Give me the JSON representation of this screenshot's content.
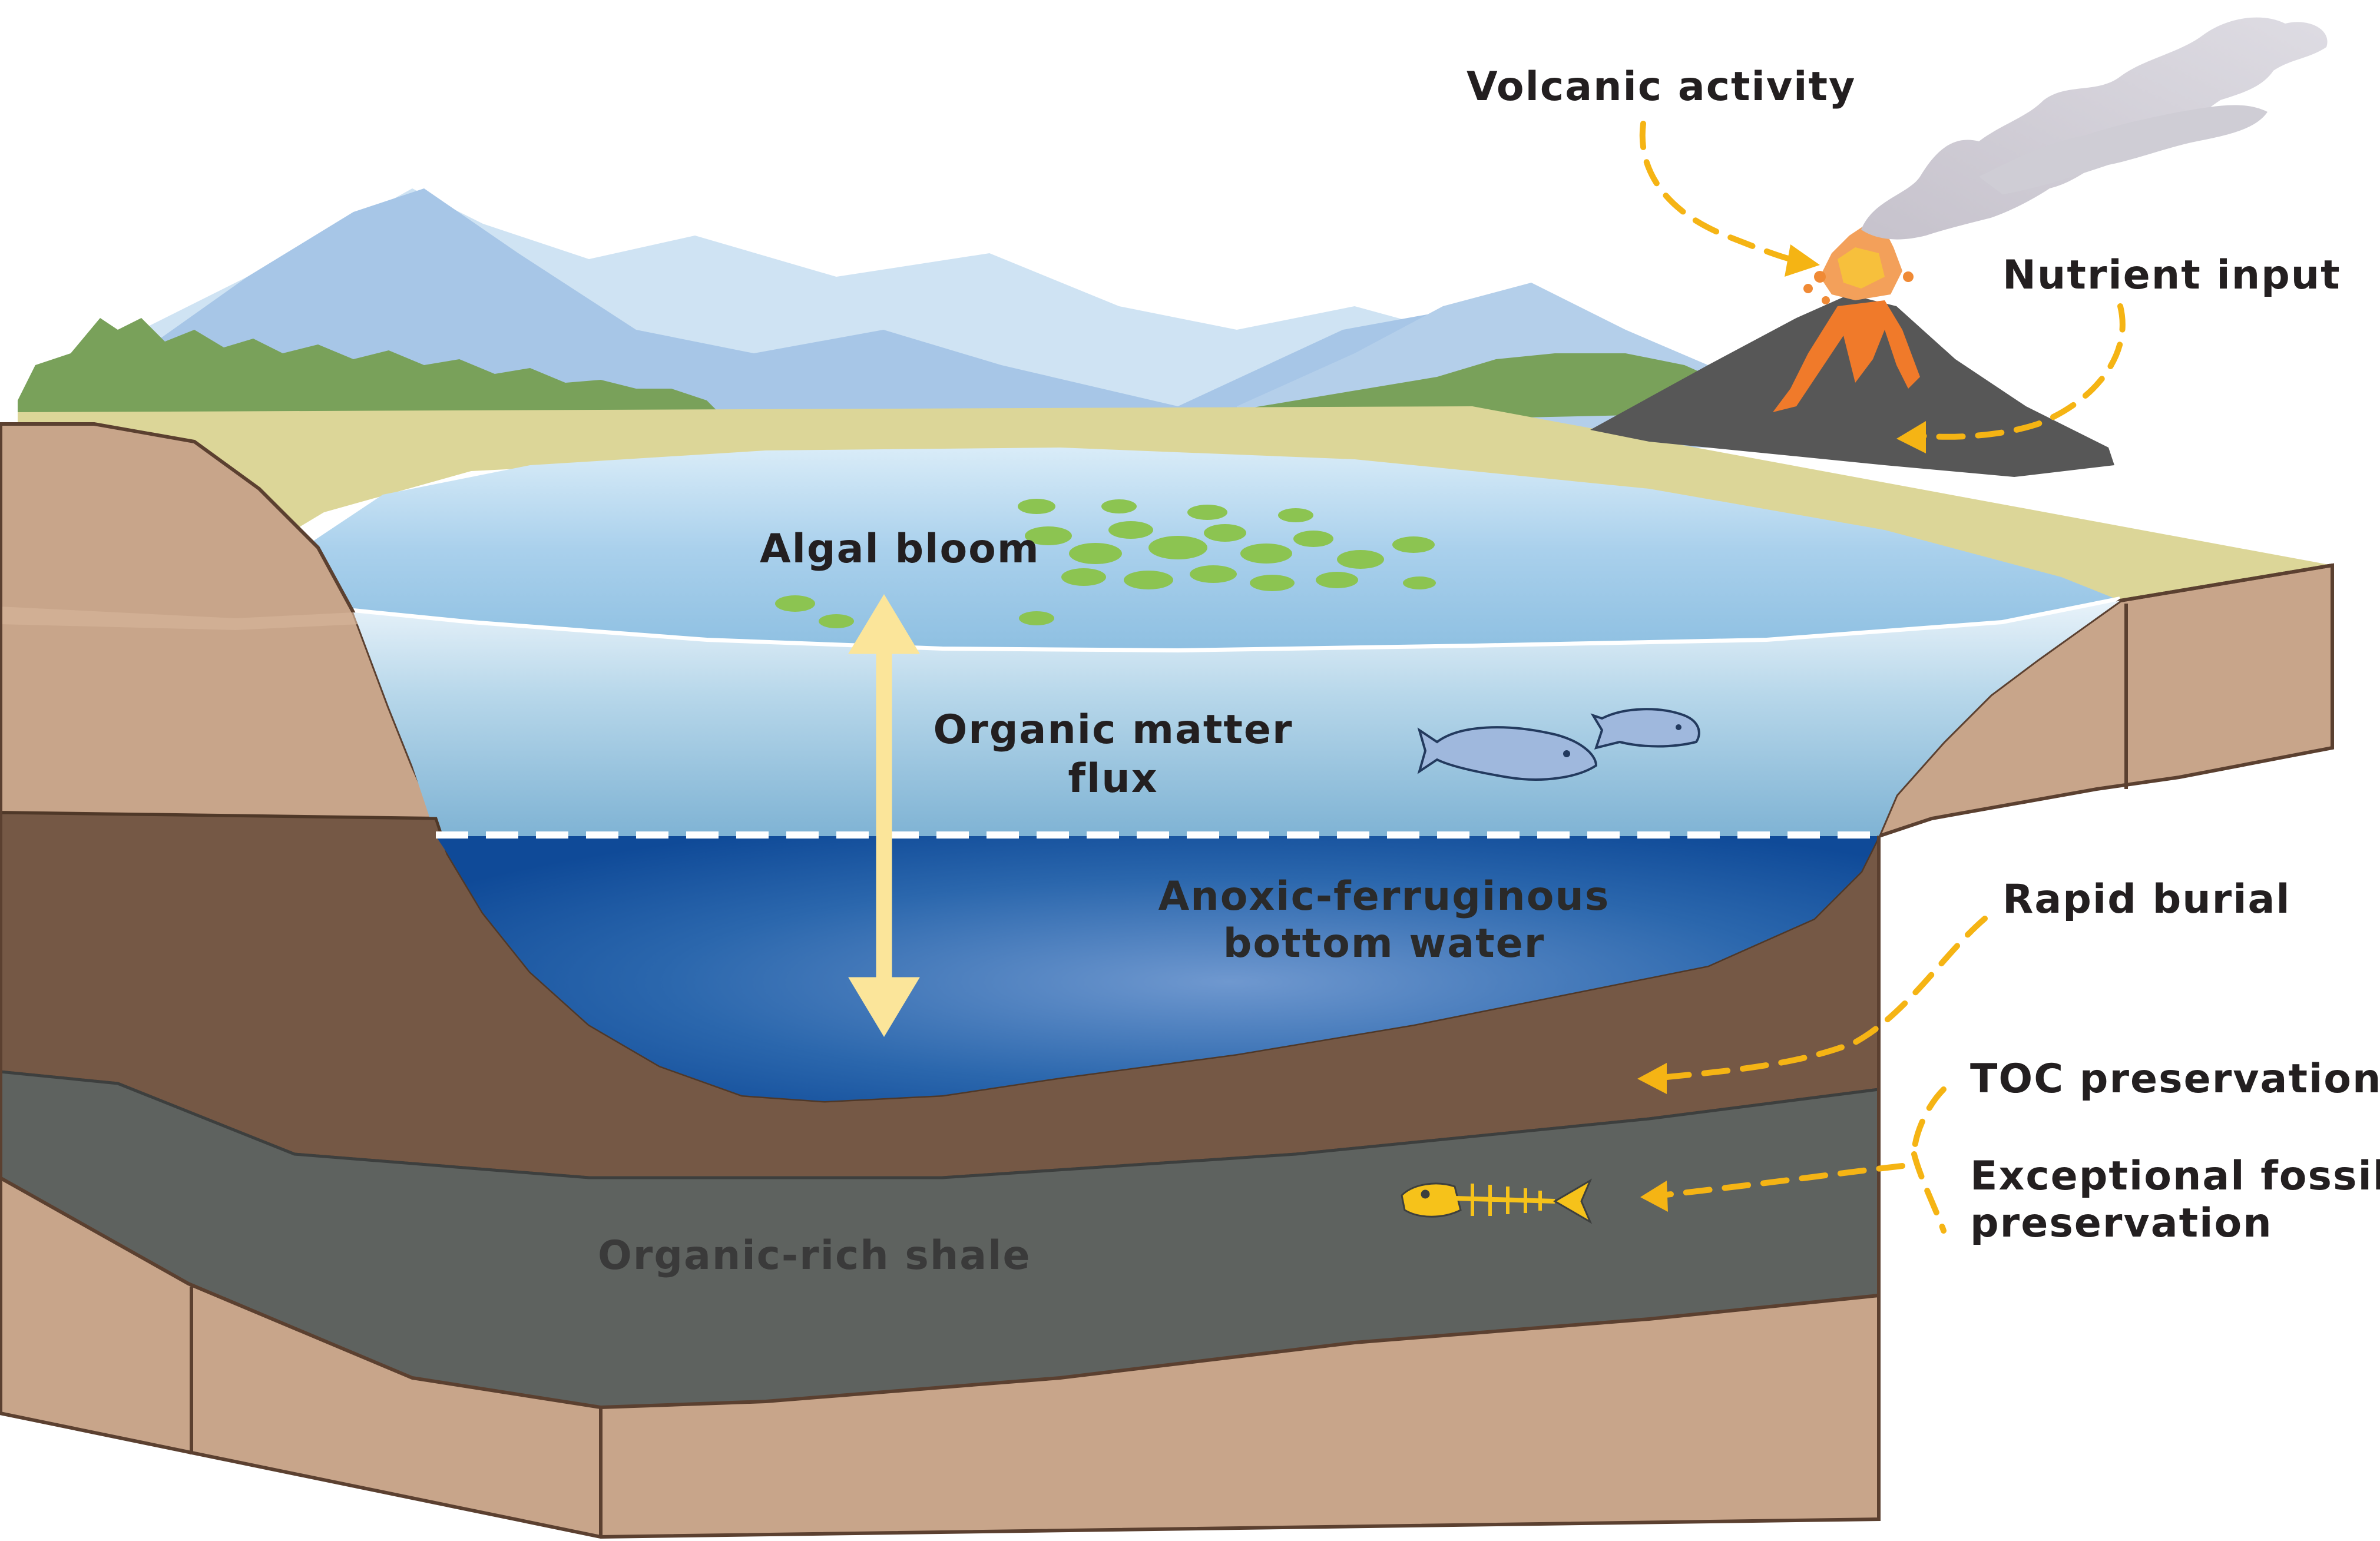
{
  "labels": {
    "volcanic_activity": "Volcanic activity",
    "nutrient_input": "Nutrient input",
    "algal_bloom": "Algal bloom",
    "organic_matter_flux_line1": "Organic matter",
    "organic_matter_flux_line2": "flux",
    "anoxic_line1": "Anoxic-ferruginous",
    "anoxic_line2": "bottom water",
    "rapid_burial": "Rapid burial",
    "toc_preservation": "TOC preservation",
    "fossil_line1": "Exceptional fossil",
    "fossil_line2": "preservation",
    "organic_rich_shale": "Organic-rich shale"
  },
  "colors": {
    "sky_mountain_far": "#c9dcef",
    "sky_mountain_mid": "#a9c6e6",
    "vegetation": "#7aa35a",
    "shore_sand": "#ddd79a",
    "upper_water": "#a6cce8",
    "mid_water": "#8fbfdc",
    "anoxic_water": "#1f5fa8",
    "sediment_tan": "#c9a98b",
    "sediment_brown": "#745744",
    "shale_gray": "#5c605e",
    "volcano": "#575757",
    "lava": "#f07a2a",
    "smoke": "#d3d1d8",
    "arrow_dashed": "#f5b414",
    "flux_arrow": "#fbe59a",
    "algae": "#8cc451",
    "fish": "#9fb8dd",
    "fossil_fish": "#f6c21a"
  },
  "icons": [
    "volcano-icon",
    "smoke-plume-icon",
    "fish-icon",
    "fossil-fish-icon",
    "algae-icon",
    "double-arrow-icon"
  ]
}
